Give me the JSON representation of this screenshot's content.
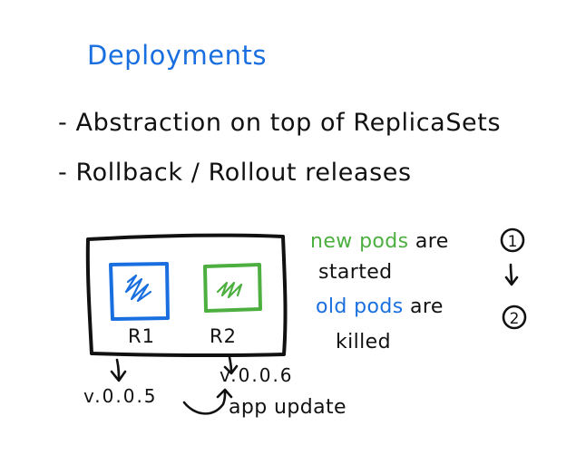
{
  "title": "Deployments",
  "bullets": [
    "- Abstraction on top of ReplicaSets",
    "- Rollback / Rollout releases"
  ],
  "replicasets": [
    {
      "label": "R1",
      "version": "v.0.0.5",
      "color": "#1a6fe0"
    },
    {
      "label": "R2",
      "version": "v.0.0.6",
      "color": "#4caf3f"
    }
  ],
  "update_label": "app update",
  "steps": [
    {
      "number": "1",
      "highlight": "new pods",
      "rest": " are",
      "continuation": "started",
      "color": "#4caf3f"
    },
    {
      "number": "2",
      "highlight": "old pods",
      "rest": " are",
      "continuation": "killed",
      "color": "#1a6fe0"
    }
  ]
}
